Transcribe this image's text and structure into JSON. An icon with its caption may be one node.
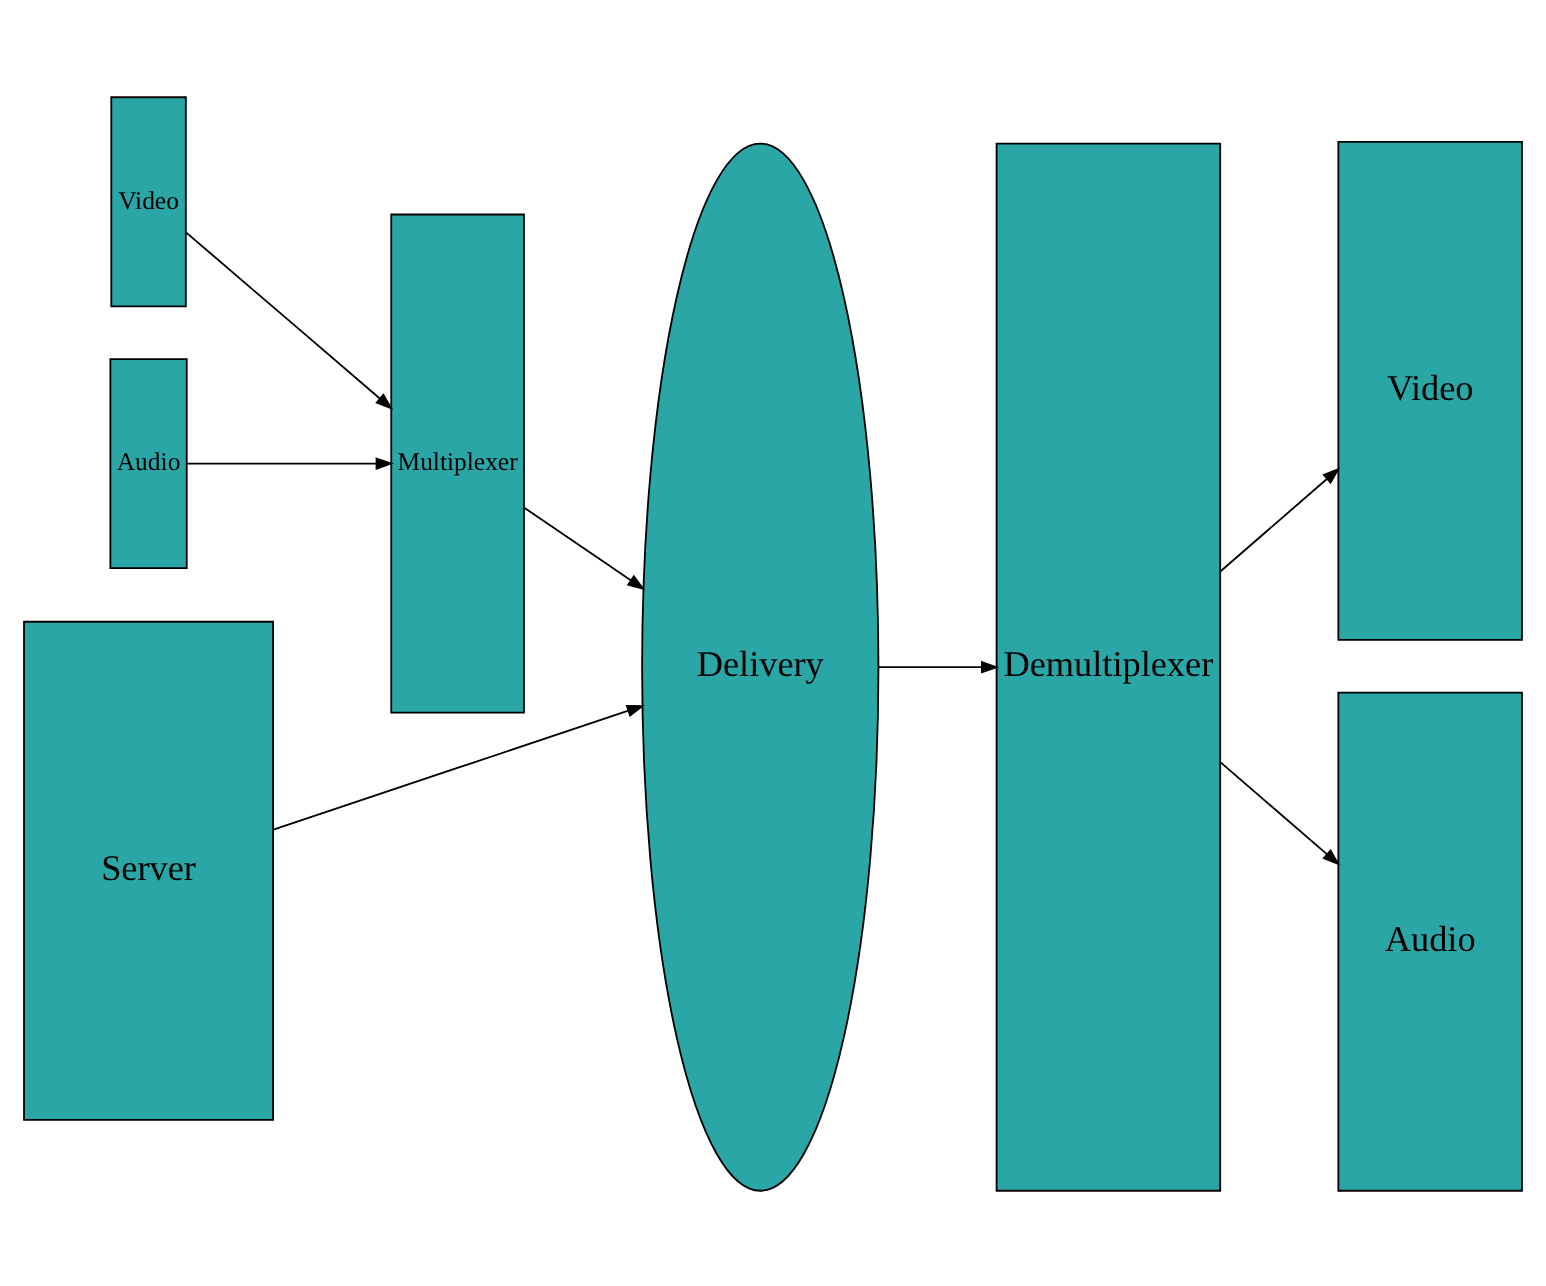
{
  "diagram": {
    "nodes": [
      {
        "text": [
          "Video"
        ]
      },
      {
        "text": [
          "Audio"
        ]
      },
      {
        "text": [
          "Multiplexer"
        ]
      },
      {
        "text": [
          "Server"
        ]
      },
      {
        "text": [
          "Delivery"
        ]
      },
      {
        "text": [
          "Demultiplexer"
        ]
      },
      {
        "text": [
          "Video"
        ]
      },
      {
        "text": [
          "Audio"
        ]
      }
    ],
    "edges": [
      {
        "from": 0,
        "to": 2,
        "arrow": "to"
      },
      {
        "from": 1,
        "to": 2,
        "arrow": "to"
      },
      {
        "from": 2,
        "to": 4,
        "arrow": "to"
      },
      {
        "from": 3,
        "to": 4,
        "arrow": "to"
      },
      {
        "from": 4,
        "to": 5,
        "arrow": "to"
      },
      {
        "from": 5,
        "to": 6,
        "arrow": "to"
      },
      {
        "from": 5,
        "to": 7,
        "arrow": "to"
      }
    ]
  }
}
